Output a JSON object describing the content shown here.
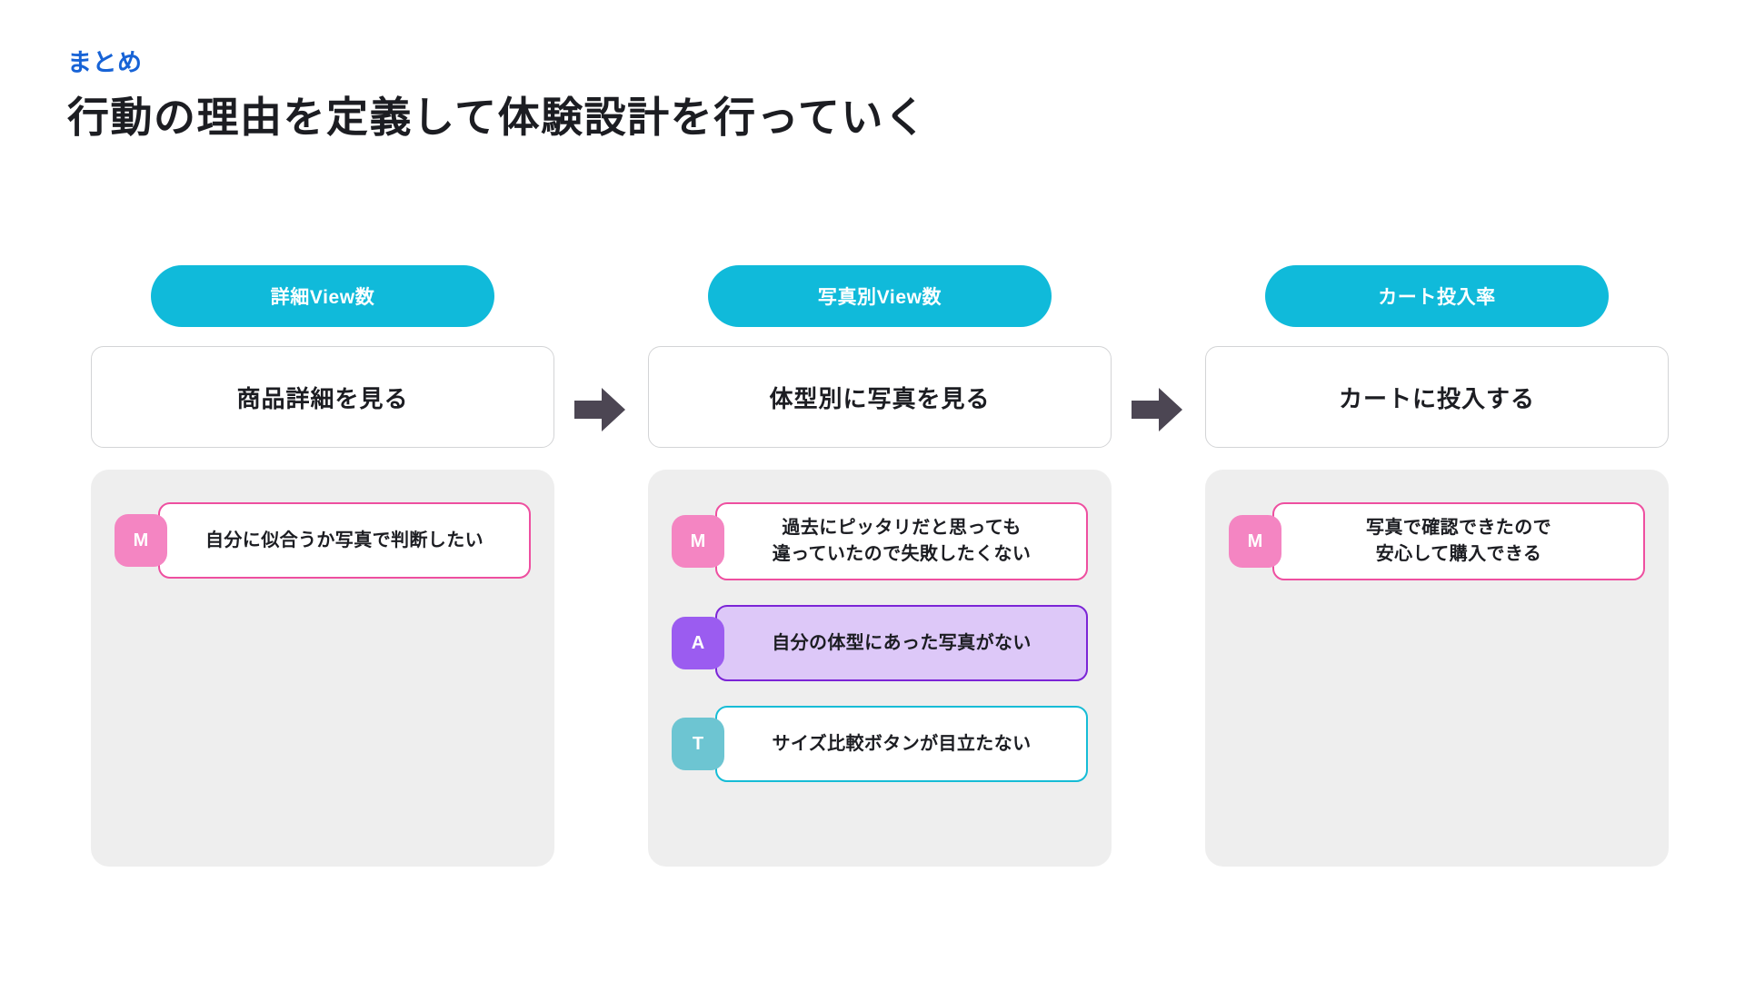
{
  "header": {
    "eyebrow": "まとめ",
    "title": "行動の理由を定義して体験設計を行っていく"
  },
  "colors": {
    "eyebrow": "#1763d6",
    "metric_pill": "#10bada",
    "arrow": "#4c4653",
    "panel_bg": "#eeeeee",
    "tag_m": "#f485c2",
    "tag_a": "#9b5cf0",
    "tag_t": "#6dc5d2",
    "card_border_m": "#ee4fa0",
    "card_border_a": "#7b24d6",
    "card_fill_a": "#ddc8f8",
    "card_border_t": "#15bcd6",
    "text": "#1c1d22"
  },
  "arrows": [
    {
      "name": "flow-arrow-1-to-2"
    },
    {
      "name": "flow-arrow-2-to-3"
    }
  ],
  "columns": [
    {
      "metric": "詳細View数",
      "action": "商品詳細を見る",
      "reasons": [
        {
          "tag": "M",
          "style": "M",
          "text": "自分に似合うか写真で判断したい"
        }
      ]
    },
    {
      "metric": "写真別View数",
      "action": "体型別に写真を見る",
      "reasons": [
        {
          "tag": "M",
          "style": "M",
          "text": "過去にピッタリだと思っても\n違っていたので失敗したくない"
        },
        {
          "tag": "A",
          "style": "A",
          "text": "自分の体型にあった写真がない"
        },
        {
          "tag": "T",
          "style": "T",
          "text": "サイズ比較ボタンが目立たない"
        }
      ]
    },
    {
      "metric": "カート投入率",
      "action": "カートに投入する",
      "reasons": [
        {
          "tag": "M",
          "style": "M",
          "text": "写真で確認できたので\n安心して購入できる"
        }
      ]
    }
  ]
}
